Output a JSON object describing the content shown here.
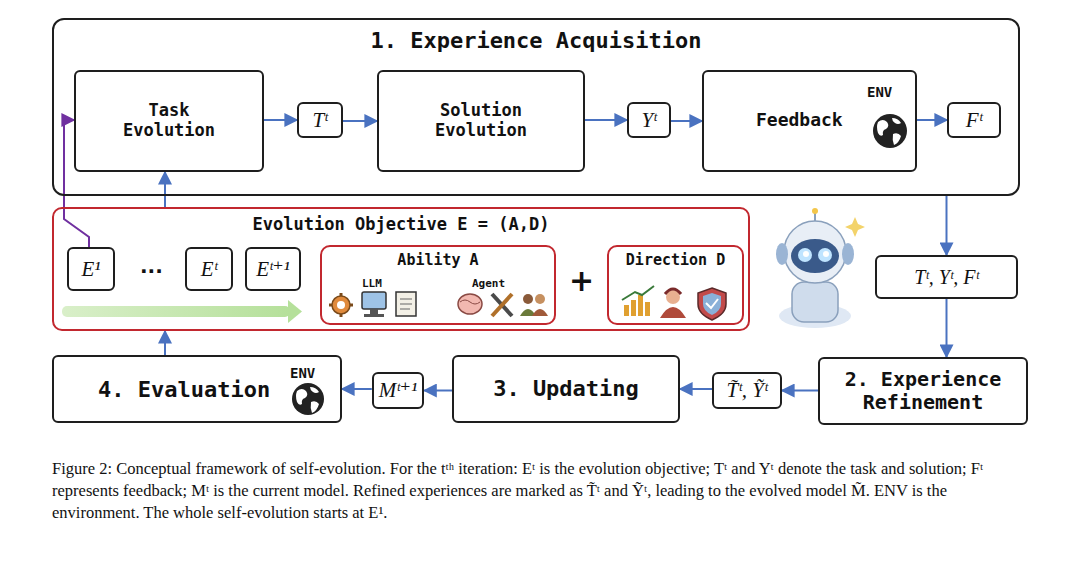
{
  "diagram": {
    "caption": "Figure 2: Conceptual framework of self-evolution. For the tᵗʰ iteration: Eᵗ is the evolution objective; Tᵗ and Yᵗ denote the task and solution; Fᵗ represents feedback; Mᵗ is the current model. Refined experiences are marked as T̃ᵗ and Ỹᵗ, leading to the evolved model M̃. ENV is the environment. The whole self-evolution starts at E¹.",
    "nodes": [
      {
        "text": [
          "1. Experience Acquisition"
        ]
      },
      {
        "text": [
          "Task Evolution"
        ],
        "in": 0
      },
      {
        "text": [
          "Tᵗ"
        ],
        "in": 0
      },
      {
        "text": [
          "Solution Evolution"
        ],
        "in": 0
      },
      {
        "text": [
          "Yᵗ"
        ],
        "in": 0
      },
      {
        "text": [
          "Feedback",
          "ENV"
        ],
        "in": 0
      },
      {
        "text": [
          "Fᵗ"
        ],
        "in": 0
      },
      {
        "text": [
          "Evolution Objective E = (A,D)"
        ]
      },
      {
        "text": [
          "E¹"
        ],
        "in": 7
      },
      {
        "text": [
          "Eᵗ"
        ],
        "in": 7
      },
      {
        "text": [
          "Eᵗ⁺¹"
        ],
        "in": 7
      },
      {
        "text": [
          "Ability A",
          "LLM",
          "Agent"
        ],
        "in": 7
      },
      {
        "text": [
          "Direction D"
        ],
        "in": 7
      },
      {
        "text": [
          "Tᵗ, Yᵗ, Fᵗ"
        ]
      },
      {
        "text": [
          "2. Experience Refinement"
        ]
      },
      {
        "text": [
          "T̃ᵗ, Ỹᵗ"
        ]
      },
      {
        "text": [
          "3. Updating"
        ]
      },
      {
        "text": [
          "Mᵗ⁺¹"
        ]
      },
      {
        "text": [
          "4. Evaluation",
          "ENV"
        ]
      }
    ],
    "edges": [
      {
        "from": 1,
        "to": 2,
        "arrow": "to"
      },
      {
        "from": 2,
        "to": 3,
        "arrow": "to"
      },
      {
        "from": 3,
        "to": 4,
        "arrow": "to"
      },
      {
        "from": 4,
        "to": 5,
        "arrow": "to"
      },
      {
        "from": 5,
        "to": 6,
        "arrow": "to"
      },
      {
        "from": 0,
        "to": 13,
        "arrow": "to"
      },
      {
        "from": 13,
        "to": 14,
        "arrow": "to"
      },
      {
        "from": 14,
        "to": 15,
        "arrow": "to"
      },
      {
        "from": 15,
        "to": 16,
        "arrow": "to"
      },
      {
        "from": 16,
        "to": 17,
        "arrow": "to"
      },
      {
        "from": 17,
        "to": 18,
        "arrow": "to"
      },
      {
        "from": 18,
        "to": 7,
        "arrow": "to"
      },
      {
        "from": 7,
        "to": 1,
        "arrow": "to"
      },
      {
        "from": 8,
        "to": 1,
        "arrow": "to"
      }
    ],
    "labels": [
      "...",
      "+"
    ]
  }
}
